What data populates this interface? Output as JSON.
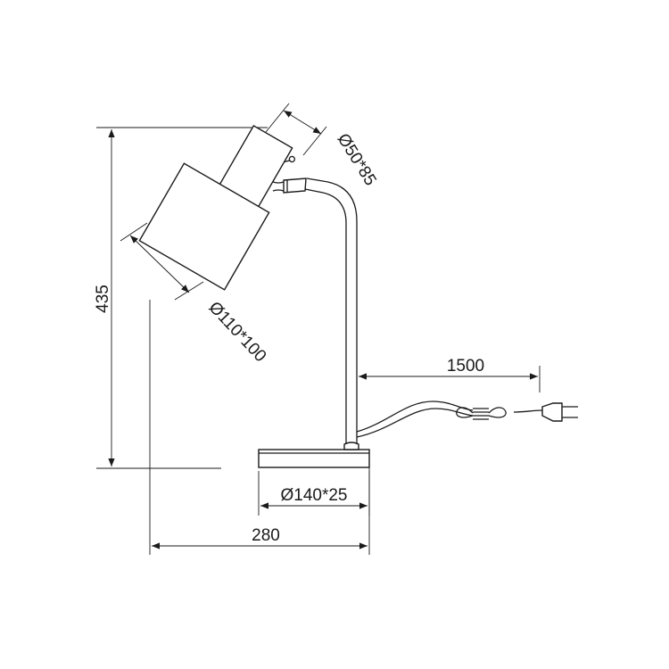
{
  "diagram": {
    "subject": "table lamp technical drawing",
    "dimensions": {
      "total_height": "435",
      "total_width": "280",
      "shade": "Ø110*100",
      "socket": "Ø50*85",
      "cable_length": "1500",
      "base": "Ø140*25"
    },
    "colors": {
      "line": "#1a1a1a",
      "background": "#ffffff"
    }
  }
}
